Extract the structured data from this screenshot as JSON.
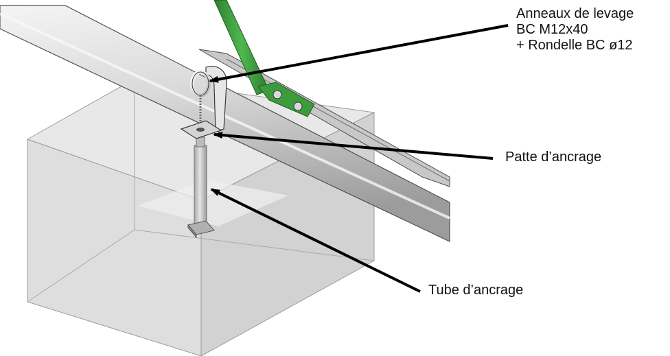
{
  "labels": {
    "anneaux": {
      "line1": "Anneaux de levage",
      "line2": "BC M12x40",
      "line3": "+ Rondelle BC ø12"
    },
    "patte": "Patte d’ancrage",
    "tube": "Tube d’ancrage"
  },
  "colors": {
    "green_arm": "#3a9a3a",
    "pipe": "#d3d3d3",
    "box_face": "#e3e3e3",
    "arrow": "#000000"
  }
}
